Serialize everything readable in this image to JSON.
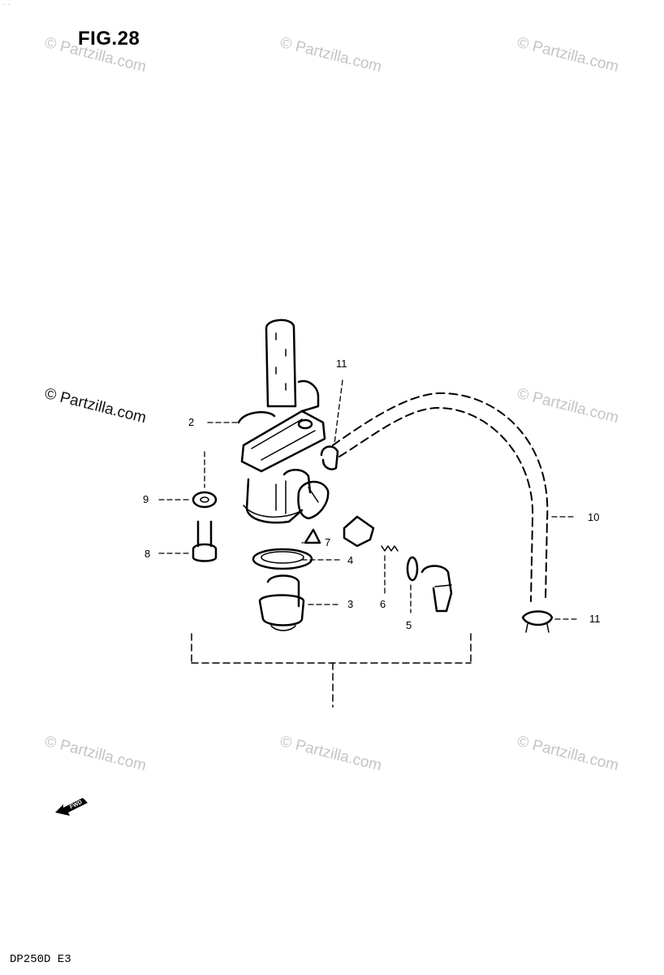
{
  "figure": {
    "title": "FIG.28",
    "model_code": "DP250D E3",
    "corner_mark": "· ·"
  },
  "watermark": {
    "text": "© Partzilla.com"
  },
  "callouts": [
    {
      "id": "part-2",
      "label": "2"
    },
    {
      "id": "part-3",
      "label": "3"
    },
    {
      "id": "part-4",
      "label": "4"
    },
    {
      "id": "part-5",
      "label": "5"
    },
    {
      "id": "part-6",
      "label": "6"
    },
    {
      "id": "part-7",
      "label": "7"
    },
    {
      "id": "part-8",
      "label": "8"
    },
    {
      "id": "part-9",
      "label": "9"
    },
    {
      "id": "part-10",
      "label": "10"
    },
    {
      "id": "part-11-top",
      "label": "11"
    },
    {
      "id": "part-11-bottom",
      "label": "11"
    }
  ],
  "fwd_arrow": {
    "label": "FWD"
  },
  "colors": {
    "line": "#000000",
    "watermark": "#c4c4c4",
    "background": "#ffffff"
  }
}
